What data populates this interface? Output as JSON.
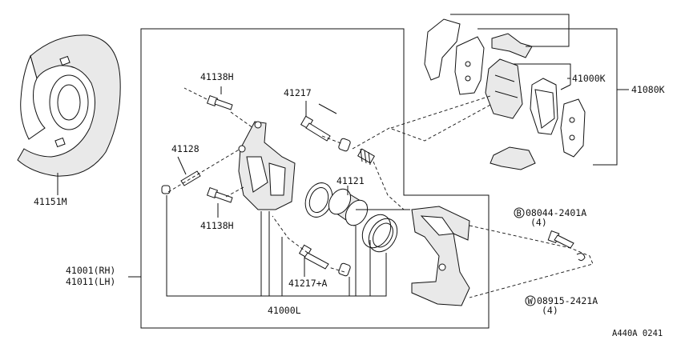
{
  "labels": {
    "p41138H_top": "41138H",
    "p41217": "41217",
    "p41128": "41128",
    "p41138H_bottom": "41138H",
    "p41121": "41121",
    "p41217A": "41217+A",
    "p41000L": "41000L",
    "p41151M": "41151M",
    "p41001": "41001(RH)",
    "p41011": "41011(LH)",
    "p41000K": "41000K",
    "p41080K": "41080K",
    "bolt_code": "08044-2401A",
    "bolt_qty": "(4)",
    "bolt_marker": "B",
    "washer_code": "08915-2421A",
    "washer_qty": "(4)",
    "washer_marker": "W",
    "ref_code": "A440A 0241"
  }
}
